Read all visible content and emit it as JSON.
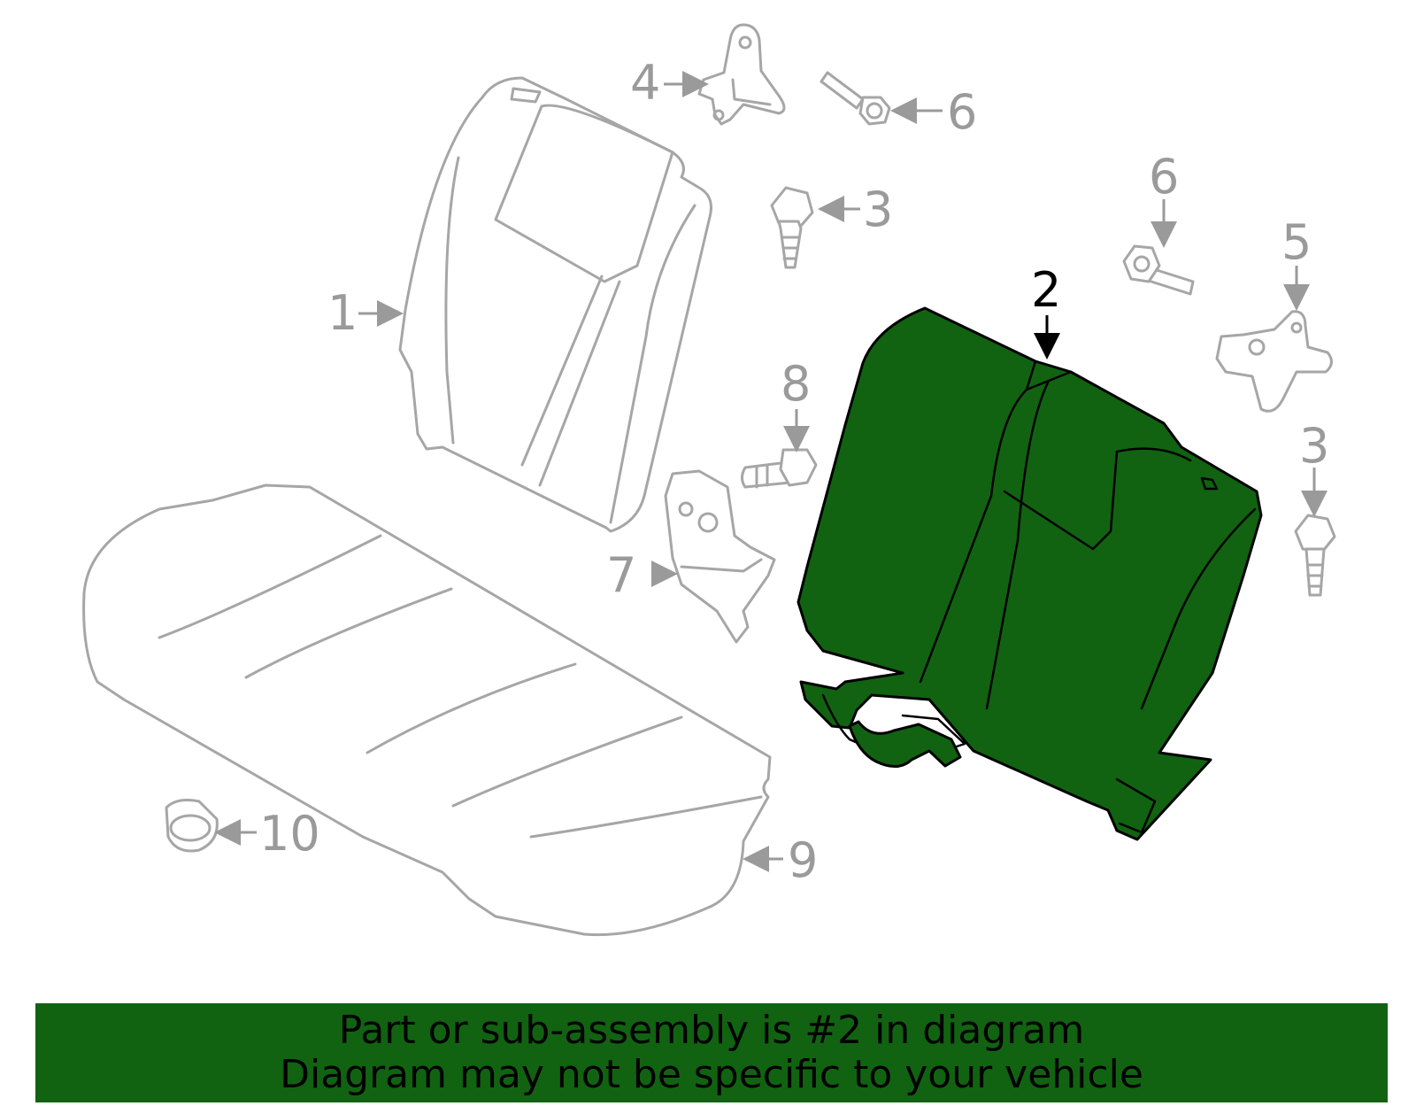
{
  "callouts": {
    "c1": "1",
    "c2": "2",
    "c3a": "3",
    "c3b": "3",
    "c4": "4",
    "c5": "5",
    "c6a": "6",
    "c6b": "6",
    "c7": "7",
    "c8": "8",
    "c9": "9",
    "c10": "10"
  },
  "banner": {
    "line1": "Part or sub-assembly is #2 in diagram",
    "line2": "Diagram may not be specific to your vehicle"
  },
  "colors": {
    "highlight": "#116311",
    "outline": "#a6a6a6",
    "banner": "#116311"
  },
  "highlighted_part": "2"
}
